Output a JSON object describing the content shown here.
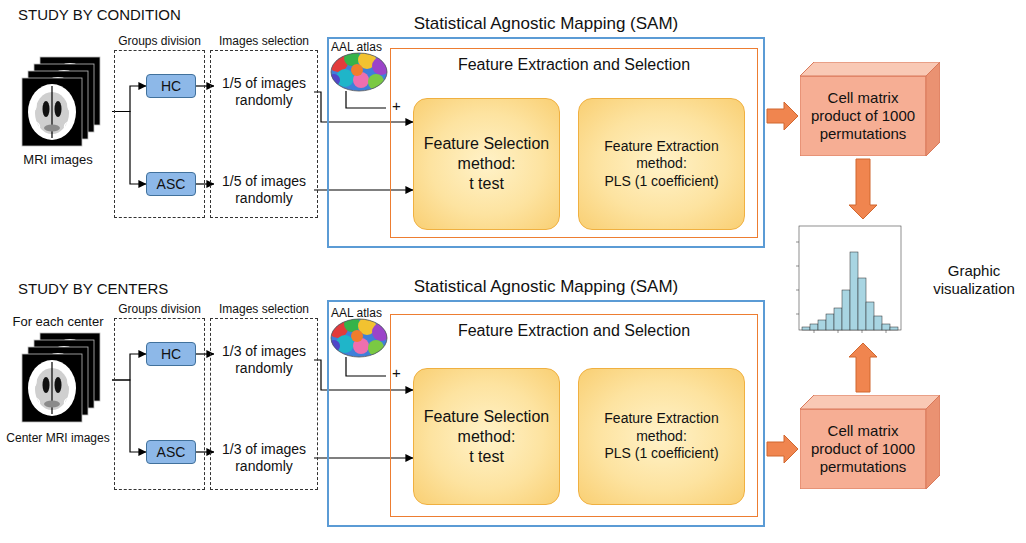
{
  "diagram": {
    "nodes": [
      {
        "text": [
          "MRI images"
        ]
      },
      {
        "text": [
          "Groups division"
        ]
      },
      {
        "text": [
          "HC"
        ],
        "in": 1
      },
      {
        "text": [
          "ASC"
        ],
        "in": 1
      },
      {
        "text": [
          "Images selection"
        ]
      },
      {
        "text": [
          "1/5 of images randomly"
        ],
        "in": 4
      },
      {
        "text": [
          "1/5 of images randomly"
        ],
        "in": 4
      },
      {
        "text": [
          "Statistical Agnostic Mapping (SAM)"
        ]
      },
      {
        "text": [
          "Feature Extraction and Selection"
        ],
        "in": 7
      },
      {
        "text": [
          "Feature Selection method:",
          "t test"
        ],
        "in": 8
      },
      {
        "text": [
          "Feature Extraction method:",
          "PLS (1 coefficient)"
        ],
        "in": 8
      },
      {
        "text": [
          "Cell matrix product of 1000 permutations"
        ]
      },
      {
        "text": [
          "Graphic visualization"
        ]
      },
      {
        "text": [
          "For each center",
          "Center MRI images"
        ]
      },
      {
        "text": [
          "Groups division"
        ]
      },
      {
        "text": [
          "HC"
        ],
        "in": 14
      },
      {
        "text": [
          "ASC"
        ],
        "in": 14
      },
      {
        "text": [
          "Images selection"
        ]
      },
      {
        "text": [
          "1/3 of images randomly"
        ],
        "in": 17
      },
      {
        "text": [
          "1/3 of images randomly"
        ],
        "in": 17
      },
      {
        "text": [
          "Statistical Agnostic Mapping (SAM)"
        ]
      },
      {
        "text": [
          "Feature Extraction and Selection"
        ],
        "in": 20
      },
      {
        "text": [
          "Feature Selection method:",
          "t test"
        ],
        "in": 21
      },
      {
        "text": [
          "Feature Extraction method:",
          "PLS (1 coefficient)"
        ],
        "in": 21
      },
      {
        "text": [
          "Cell matrix product of 1000 permutations"
        ]
      }
    ],
    "edges": [
      {
        "from": 0,
        "to": 2,
        "arrow": "to"
      },
      {
        "from": 0,
        "to": 3,
        "arrow": "to"
      },
      {
        "from": 2,
        "to": 5,
        "arrow": "to"
      },
      {
        "from": 3,
        "to": 6,
        "arrow": "to"
      },
      {
        "from": 5,
        "to": 9,
        "arrow": "to"
      },
      {
        "from": 6,
        "to": 9,
        "arrow": "to"
      },
      {
        "from": 7,
        "to": 11,
        "arrow": "to"
      },
      {
        "from": 11,
        "to": 12,
        "arrow": "to"
      },
      {
        "from": 13,
        "to": 15,
        "arrow": "to"
      },
      {
        "from": 13,
        "to": 16,
        "arrow": "to"
      },
      {
        "from": 15,
        "to": 18,
        "arrow": "to"
      },
      {
        "from": 16,
        "to": 19,
        "arrow": "to"
      },
      {
        "from": 18,
        "to": 22,
        "arrow": "to"
      },
      {
        "from": 19,
        "to": 22,
        "arrow": "to"
      },
      {
        "from": 20,
        "to": 24,
        "arrow": "to"
      },
      {
        "from": 24,
        "to": 12,
        "arrow": "to"
      }
    ],
    "labels": [
      "STUDY BY CONDITION",
      "AAL atlas",
      "+",
      "STUDY BY CENTERS",
      "AAL atlas",
      "+"
    ]
  }
}
